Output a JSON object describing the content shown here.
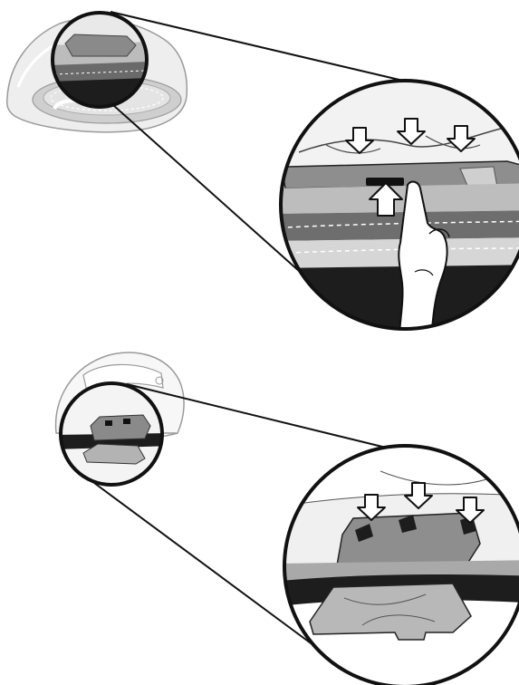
{
  "colors": {
    "background": "#ffffff",
    "outline": "#111111",
    "helmet_shell": "#eeeeee",
    "helmet_light": "#f7f7f7",
    "pad_gray": "#8a8a8a",
    "mid_gray": "#b5b5b5",
    "dark_interior": "#1d1d1d",
    "liner_gray": "#6e6e6e",
    "stitch": "#ffffff"
  },
  "figures": [
    {
      "id": "step-1",
      "helmet": "full-face-helmet-bottom-view",
      "detail_view": "release-tab-pressed-upward",
      "arrows_down": 3,
      "arrows_up": 1,
      "hand": "index-finger-pushing"
    },
    {
      "id": "step-2",
      "helmet": "full-face-helmet-side-view",
      "detail_view": "pad-detached-from-clips",
      "arrows_down": 3,
      "arrows_up": 0,
      "hand": "none"
    }
  ]
}
